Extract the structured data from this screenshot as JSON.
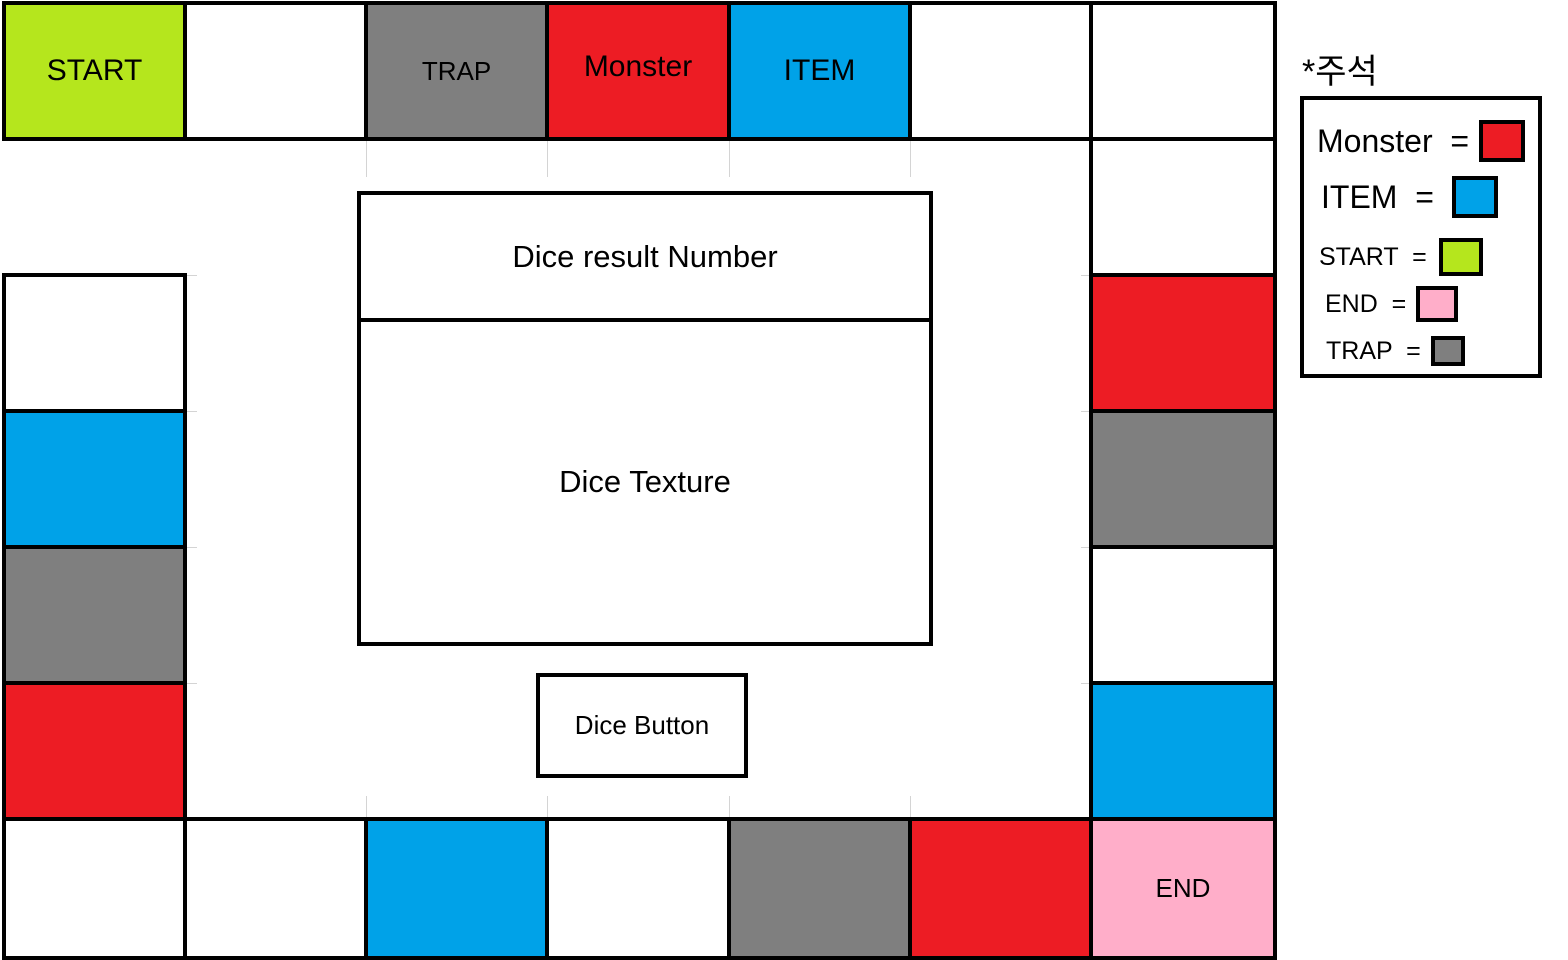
{
  "board": {
    "colors": {
      "start": "#b5e61d",
      "item": "#00a2e8",
      "monster": "#ed1c24",
      "trap": "#7f7f7f",
      "end": "#ffaec9",
      "empty": "#ffffff"
    },
    "tiles": [
      {
        "type": "start",
        "label": "START"
      },
      {
        "type": "empty",
        "label": ""
      },
      {
        "type": "trap",
        "label": "TRAP"
      },
      {
        "type": "monster",
        "label": "Monster"
      },
      {
        "type": "item",
        "label": "ITEM"
      },
      {
        "type": "empty",
        "label": ""
      },
      {
        "type": "empty",
        "label": ""
      },
      {
        "type": "empty",
        "label": ""
      },
      {
        "type": "monster",
        "label": ""
      },
      {
        "type": "trap",
        "label": ""
      },
      {
        "type": "empty",
        "label": ""
      },
      {
        "type": "item",
        "label": ""
      },
      {
        "type": "end",
        "label": "END"
      },
      {
        "type": "monster",
        "label": ""
      },
      {
        "type": "trap",
        "label": ""
      },
      {
        "type": "empty",
        "label": ""
      },
      {
        "type": "item",
        "label": ""
      },
      {
        "type": "empty",
        "label": ""
      },
      {
        "type": "empty",
        "label": ""
      },
      {
        "type": "monster",
        "label": ""
      },
      {
        "type": "trap",
        "label": ""
      },
      {
        "type": "item",
        "label": ""
      },
      {
        "type": "empty",
        "label": ""
      }
    ]
  },
  "center": {
    "dice_result_label": "Dice result Number",
    "dice_texture_label": "Dice Texture",
    "dice_button_label": "Dice Button"
  },
  "legend": {
    "title": "*주석",
    "items": [
      {
        "label": "Monster  =",
        "color": "#ed1c24"
      },
      {
        "label": "ITEM  =",
        "color": "#00a2e8"
      },
      {
        "label": "START  =",
        "color": "#b5e61d"
      },
      {
        "label": "END  =",
        "color": "#ffaec9"
      },
      {
        "label": "TRAP  =",
        "color": "#7f7f7f"
      }
    ]
  }
}
